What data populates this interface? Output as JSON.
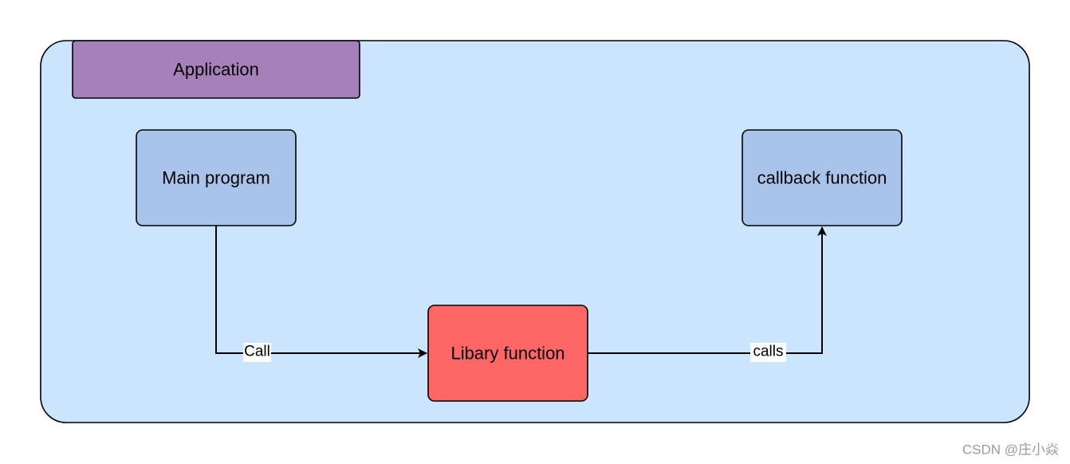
{
  "diagram": {
    "container": {
      "title": "Application",
      "fill": "#cce5ff",
      "title_fill": "#a680b8"
    },
    "nodes": {
      "main_program": {
        "label": "Main program",
        "fill": "#a9c4eb"
      },
      "callback_function": {
        "label": "callback function",
        "fill": "#a9c4eb"
      },
      "library_function": {
        "label": "Libary function",
        "fill": "#ff6666"
      }
    },
    "edges": {
      "call": {
        "label": "Call",
        "from": "Main program",
        "to": "Libary function"
      },
      "calls": {
        "label": "calls",
        "from": "Libary function",
        "to": "callback function"
      }
    }
  },
  "watermark": "CSDN @庄小焱"
}
